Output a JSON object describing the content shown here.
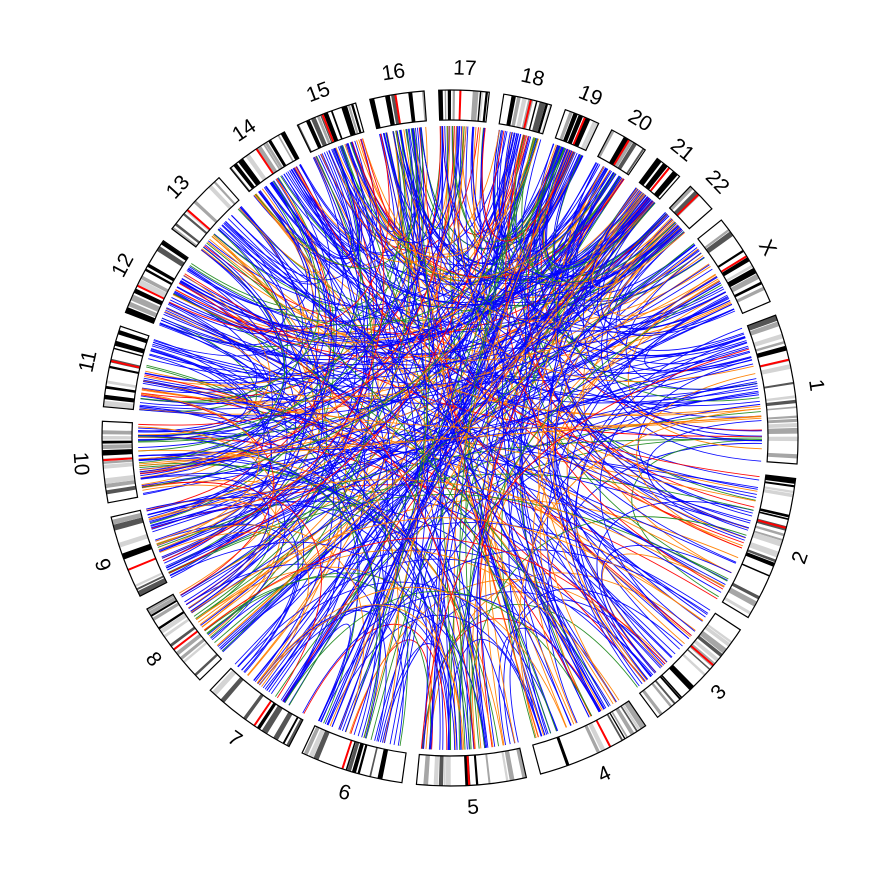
{
  "chart_data": {
    "type": "circos",
    "chromosomes": [
      {
        "name": "1",
        "size": 248
      },
      {
        "name": "2",
        "size": 242
      },
      {
        "name": "3",
        "size": 198
      },
      {
        "name": "4",
        "size": 190
      },
      {
        "name": "5",
        "size": 181
      },
      {
        "name": "6",
        "size": 171
      },
      {
        "name": "7",
        "size": 159
      },
      {
        "name": "8",
        "size": 145
      },
      {
        "name": "9",
        "size": 138
      },
      {
        "name": "10",
        "size": 134
      },
      {
        "name": "11",
        "size": 135
      },
      {
        "name": "12",
        "size": 133
      },
      {
        "name": "13",
        "size": 114
      },
      {
        "name": "14",
        "size": 107
      },
      {
        "name": "15",
        "size": 102
      },
      {
        "name": "16",
        "size": 90
      },
      {
        "name": "17",
        "size": 83
      },
      {
        "name": "18",
        "size": 80
      },
      {
        "name": "19",
        "size": 59
      },
      {
        "name": "20",
        "size": 64
      },
      {
        "name": "21",
        "size": 47
      },
      {
        "name": "22",
        "size": 51
      },
      {
        "name": "X",
        "size": 156
      }
    ],
    "link_colors": [
      "#0000ff",
      "#ff8000",
      "#228b22",
      "#ff0000"
    ],
    "centromere_color": "#ff0000"
  }
}
